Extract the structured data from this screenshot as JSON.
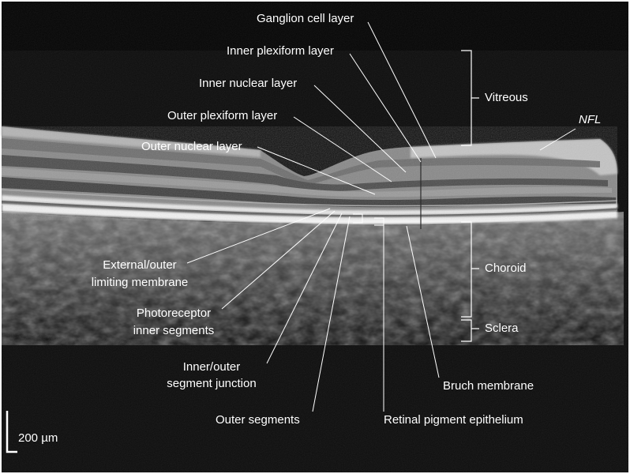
{
  "labels": {
    "ganglion": "Ganglion cell layer",
    "inner_plexiform": "Inner plexiform layer",
    "inner_nuclear": "Inner nuclear layer",
    "outer_plexiform": "Outer plexiform layer",
    "outer_nuclear": "Outer nuclear layer",
    "vitreous": "Vitreous",
    "nfl": "NFL",
    "external_limiting_1": "External/outer",
    "external_limiting_2": "limiting membrane",
    "photoreceptor_1": "Photoreceptor",
    "photoreceptor_2": "inner segments",
    "junction_1": "Inner/outer",
    "junction_2": "segment junction",
    "outer_segments": "Outer segments",
    "rpe": "Retinal pigment epithelium",
    "bruch": "Bruch membrane",
    "choroid": "Choroid",
    "sclera": "Sclera"
  },
  "scale_bar": {
    "label": "200 µm"
  },
  "colors": {
    "background": "#000000",
    "text": "#ffffff",
    "frame": "#ffffff"
  }
}
